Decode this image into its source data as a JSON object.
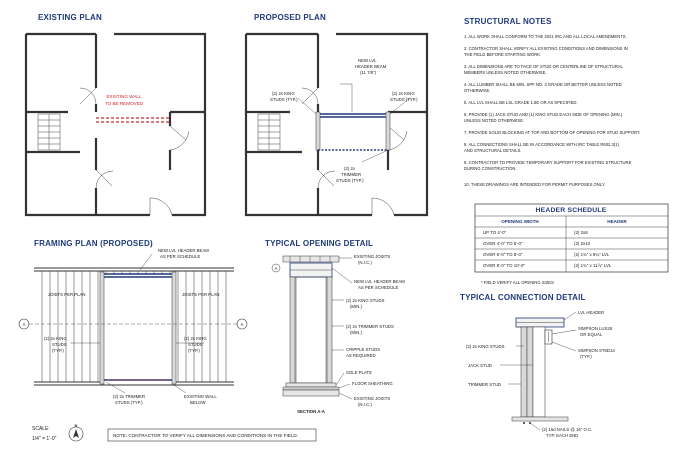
{
  "titles": {
    "existing_plan": "EXISTING PLAN",
    "proposed_plan": "PROPOSED PLAN",
    "structural_notes": "STRUCTURAL NOTES",
    "framing_plan": "FRAMING PLAN (PROPOSED)",
    "opening_detail": "TYPICAL OPENING DETAIL",
    "connection_detail": "TYPICAL CONNECTION DETAIL",
    "header_schedule": "HEADER SCHEDULE"
  },
  "existing_plan": {
    "wall_removed_1": "EXISTING WALL",
    "wall_removed_2": "TO BE REMOVED"
  },
  "proposed_plan": {
    "header_1": "NEW LVL",
    "header_2": "HEADER BEAM",
    "header_3": "(11 7/8\")",
    "king_left_1": "(2) 2x KING",
    "king_left_2": "STUDS (TYP.)",
    "king_right_1": "(2) 2x KING",
    "king_right_2": "STUDS (TYP.)",
    "trimmer_1": "(2) 2x",
    "trimmer_2": "TRIMMER",
    "trimmer_3": "STUDS (TYP.)"
  },
  "notes": [
    "1.   ALL WORK SHALL CONFORM TO THE 2021 IRC AND ALL LOCAL AMENDMENTS.",
    "2.   CONTRACTOR SHALL VERIFY ALL EXISTING CONDITIONS AND DIMENSIONS IN",
    "      THE FIELD BEFORE STARTING WORK.",
    "3.   ALL DIMENSIONS ARE TO FACE OF STUD OR CENTERLINE OF STRUCTURAL",
    "      MEMBERS UNLESS NOTED OTHERWISE.",
    "4.   ALL LUMBER SHALL BE MIN. SPF NO. 2 GRADE OR BETTER UNLESS NOTED",
    "      OTHERWISE.",
    "5.   ALL LVL SHALL BE LSL GRADE 1.8E OR AS SPECIFIED.",
    "6.   PROVIDE (1) JACK STUD AND (1) KING STUD EACH SIDE OF OPENING (MIN.)",
    "      UNLESS NOTED OTHERWISE.",
    "7.   PROVIDE SOLID BLOCKING AT TOP AND BOTTOM OF OPENING FOR STUD SUPPORT.",
    "8.   ALL CONNECTIONS SHALL BE IN ACCORDANCE WITH IRC TABLE R602.3(1)",
    "      AND STRUCTURAL DETAILS.",
    "9.   CONTRACTOR TO PROVIDE TEMPORARY SUPPORT FOR EXISTING STRUCTURE",
    "      DURING CONSTRUCTION.",
    "10.  THESE DRAWINGS ARE INTENDED FOR PERMIT PURPOSES ONLY."
  ],
  "schedule": {
    "col_opening": "OPENING WIDTH",
    "col_header": "HEADER",
    "rows": [
      {
        "opening": "UP TO 4'-0\"",
        "header": "(2) 2x8"
      },
      {
        "opening": "OVER 4'-0\" TO 6'-0\"",
        "header": "(2) 2x10"
      },
      {
        "opening": "OVER 6'-0\" TO 8'-0\"",
        "header": "(2) 1¾\" x 9¼\" LVL"
      },
      {
        "opening": "OVER 8'-0\" TO 10'-0\"",
        "header": "(2) 1¾\" x 11⅞\" LVL"
      }
    ],
    "footnote": "* FIELD VERIFY ALL OPENING SIZES"
  },
  "framing": {
    "header_1": "NEW LVL HEADER BEAM",
    "header_2": "AS PER SCHEDULE",
    "joists_left": "JOISTS PER PLAN",
    "joists_right": "JOISTS PER PLAN",
    "king_left_1": "(2) 2x KING",
    "king_left_2": "STUDS",
    "king_left_3": "(TYP.)",
    "king_right_1": "(2) 2x KING",
    "king_right_2": "STUDS",
    "king_right_3": "(TYP.)",
    "trimmer_1": "(2) 2x TRIMMER",
    "trimmer_2": "STUDS (TYP.)",
    "wall_1": "EXISTING WALL",
    "wall_2": "BELOW",
    "grid_left": "A",
    "grid_right": "A"
  },
  "opening": {
    "joists_1": "EXISTING JOISTS",
    "joists_2": "(N.I.C.)",
    "header_1": "NEW LVL HEADER BEAM",
    "header_2": "AS PER SCHEDULE",
    "king_1": "(2) 2x KING STUDS",
    "king_2": "(MIN.)",
    "trimmer_1": "(2) 2x TRIMMER STUDS",
    "trimmer_2": "(MIN.)",
    "cripple_1": "CRIPPLE STUDS",
    "cripple_2": "AS REQUIRED",
    "sole": "SOLE PLATE",
    "floor": "FLOOR SHEATHING",
    "ejoists_1": "EXISTING JOISTS",
    "ejoists_2": "(N.I.C.)",
    "grid": "A",
    "section": "SECTION A-A"
  },
  "connection": {
    "lvl": "LVL HEADER",
    "hanger_1": "SIMPSON LUS28",
    "hanger_2": "OR EQUAL",
    "strap_1": "SIMPSON ST6D14",
    "strap_2": "(TYP.)",
    "king": "(2) 2x KING STUDS",
    "jack": "JACK STUD",
    "trimmer": "TRIMMER STUD",
    "nails_1": "(2) 16d NAILS @ 16\" O.C.",
    "nails_2": "TYP. EACH END"
  },
  "footer": {
    "scale_label": "SCALE:",
    "scale_value": "1/4\" = 1'-0\"",
    "north": "N",
    "note": "NOTE: CONTRACTOR TO VERIFY ALL DIMENSIONS AND CONDITIONS IN THE FIELD."
  },
  "colors": {
    "title": "#1f3a7a",
    "removed_wall": "#c62828",
    "beam": "#1f3a7a"
  }
}
